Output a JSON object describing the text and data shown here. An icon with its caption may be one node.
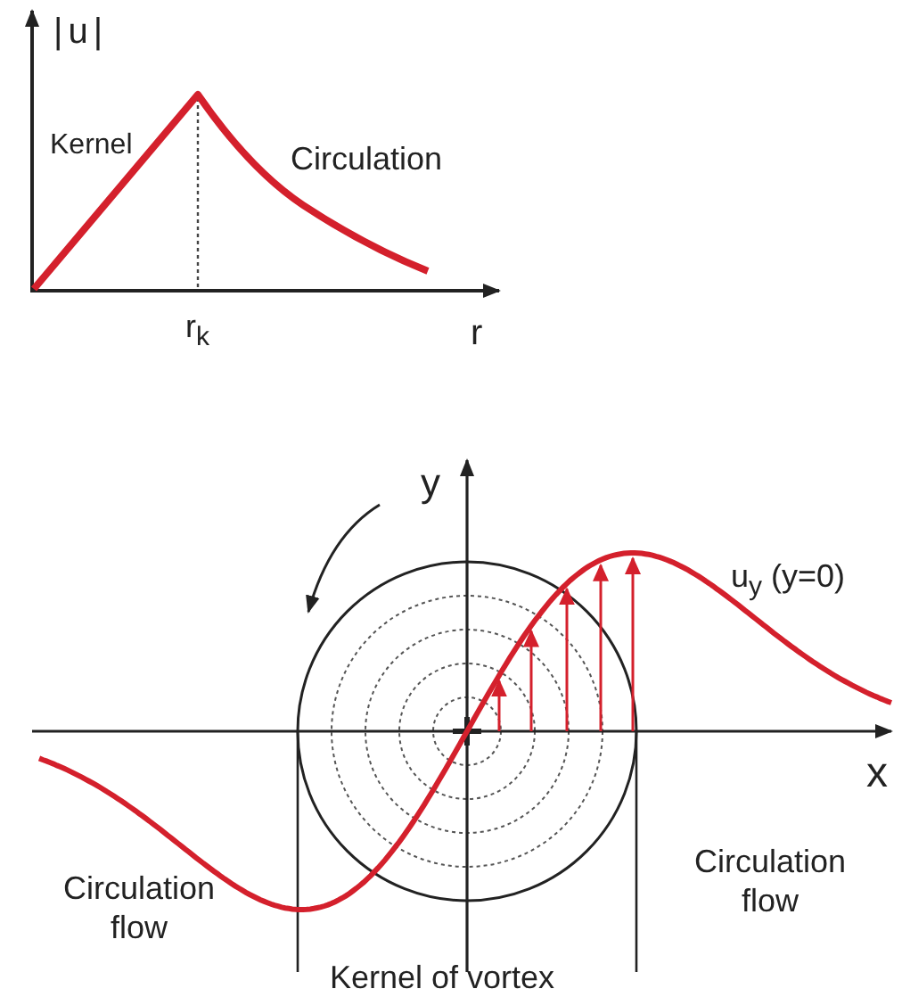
{
  "diagram": {
    "labels": [
      "|u|",
      "Kernel",
      "Circulation",
      "r$_{k}$",
      "r",
      "y",
      "u$_{y}$ (y=0)",
      "x",
      "Circulation flow",
      "Circulation flow",
      "Kernel of vortex"
    ]
  }
}
